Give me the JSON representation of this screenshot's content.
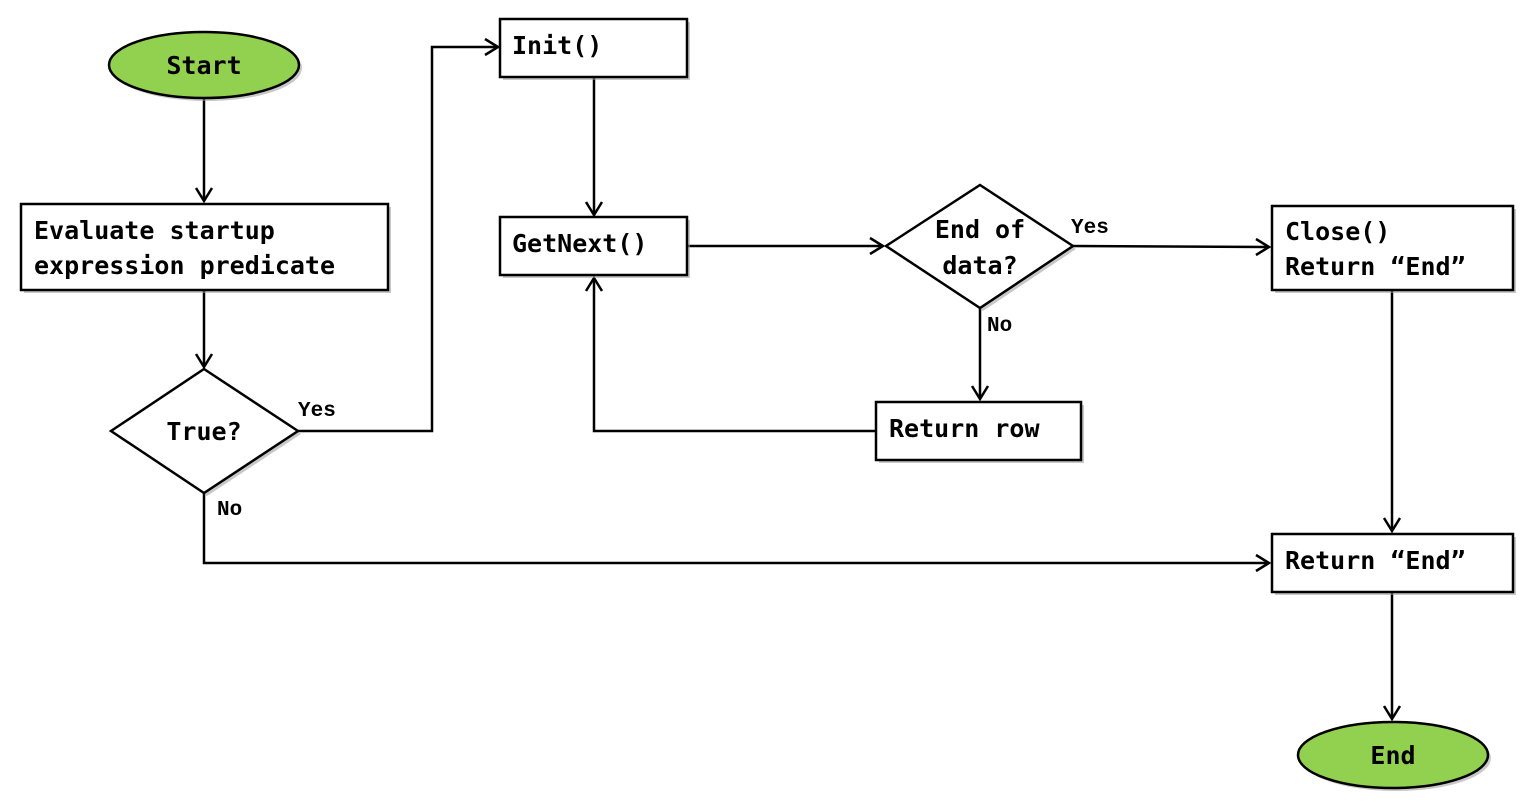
{
  "colors": {
    "terminal_fill": "#92d050",
    "stroke": "#000000",
    "background": "#ffffff"
  },
  "nodes": {
    "start": {
      "label": "Start",
      "shape": "terminal"
    },
    "evaluate": {
      "lines": [
        "Evaluate startup",
        "expression predicate"
      ],
      "shape": "process"
    },
    "true_check": {
      "label": "True?",
      "shape": "decision"
    },
    "init": {
      "label": "Init()",
      "shape": "process"
    },
    "getnext": {
      "label": "GetNext()",
      "shape": "process"
    },
    "end_of_data": {
      "lines": [
        "End of",
        "data?"
      ],
      "shape": "decision"
    },
    "return_row": {
      "label": "Return row",
      "shape": "process"
    },
    "close": {
      "lines": [
        "Close()",
        "Return “End”"
      ],
      "shape": "process"
    },
    "return_end": {
      "label": "Return “End”",
      "shape": "process"
    },
    "end": {
      "label": "End",
      "shape": "terminal"
    }
  },
  "edges": {
    "true_yes": "Yes",
    "true_no": "No",
    "eod_yes": "Yes",
    "eod_no": "No"
  }
}
